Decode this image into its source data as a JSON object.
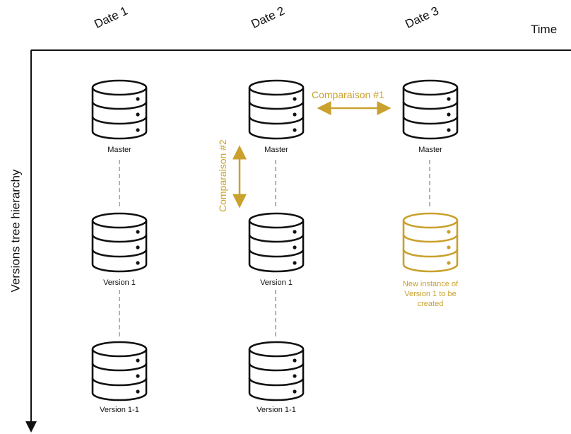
{
  "axes": {
    "x_label": "Time",
    "y_label": "Versions tree hierarchy",
    "dates": [
      "Date 1",
      "Date 2",
      "Date 3"
    ]
  },
  "nodes": {
    "d1_master": "Master",
    "d1_version1": "Version 1",
    "d1_version11": "Version 1-1",
    "d2_master": "Master",
    "d2_version1": "Version 1",
    "d2_version11": "Version 1-1",
    "d3_master": "Master",
    "d3_new": "New instance of Version 1 to be created"
  },
  "comparisons": {
    "c1": "Comparaison #1",
    "c2": "Comparaison #2"
  },
  "colors": {
    "ink": "#111111",
    "accent": "#c9a12c",
    "connector": "#b3b3b3"
  },
  "icons": {
    "database": "database-icon"
  }
}
